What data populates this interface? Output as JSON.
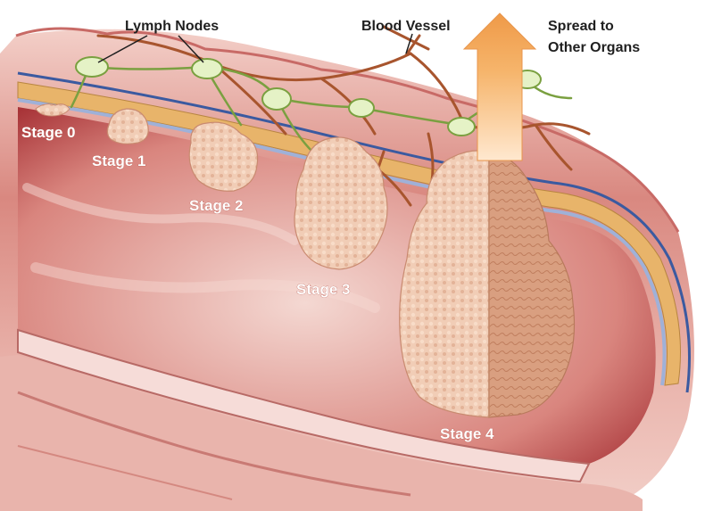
{
  "labels": {
    "lymph_nodes": "Lymph Nodes",
    "blood_vessel": "Blood Vessel",
    "spread_line1": "Spread to",
    "spread_line2": "Other Organs",
    "stage0": "Stage 0",
    "stage1": "Stage 1",
    "stage2": "Stage 2",
    "stage3": "Stage 3",
    "stage4": "Stage 4"
  },
  "colors": {
    "tissue_light": "#f2c8c0",
    "tissue_mid": "#d98a82",
    "tissue_dark": "#a8353a",
    "muscle_band": "#e8b46a",
    "tumor": "#f0c8b0",
    "tumor_shade": "#d9a081",
    "vessel": "#a8552e",
    "node": "#d8ecb0",
    "node_stroke": "#7aa040",
    "arrow": "#f3a85c"
  }
}
